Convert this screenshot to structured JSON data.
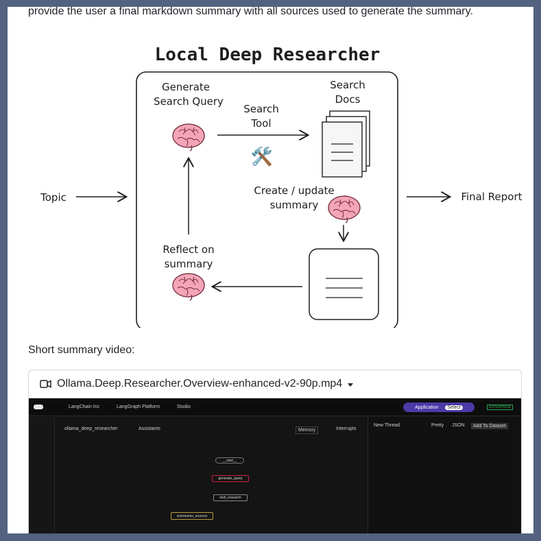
{
  "intro_text": "provide the user a final markdown summary with all sources used to generate the summary.",
  "diagram": {
    "title": "Local Deep Researcher",
    "generate_query": [
      "Generate",
      "Search Query"
    ],
    "search_tool": [
      "Search",
      "Tool"
    ],
    "search_docs": [
      "Search",
      "Docs"
    ],
    "create_update": [
      "Create / update",
      "summary"
    ],
    "reflect": [
      "Reflect on",
      "summary"
    ],
    "topic": "Topic",
    "final_report": "Final Report",
    "tool_emoji": "🛠️"
  },
  "video_label": "Short summary video:",
  "video": {
    "filename": "Ollama.Deep.Researcher.Overview-enhanced-v2-90p.mp4",
    "studio": {
      "breadcrumb": [
        "LangChain Inc",
        "LangGraph Platform",
        "Studio"
      ],
      "app_label": "Application",
      "select_label": "Select",
      "enterprise": "ENTERPRISE",
      "graph_select": "ollama_deep_researcher",
      "assistants": "Assistants",
      "memory": "Memory",
      "interrupts": "Interrupts",
      "new_thread": "New Thread",
      "pretty": "Pretty",
      "json": "JSON",
      "add_dataset": "Add To Dataset",
      "nodes": [
        "__start__",
        "generate_query",
        "web_research",
        "summarize_sources"
      ]
    }
  },
  "colors": {
    "background": "#53627f",
    "brain": "#f4a6b8"
  }
}
